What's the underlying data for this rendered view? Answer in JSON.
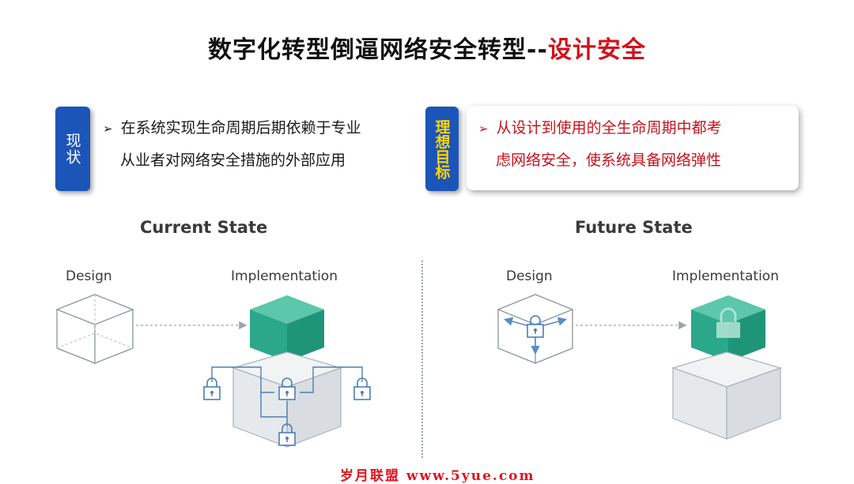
{
  "title": {
    "main": "数字化转型倒逼网络安全转型--",
    "accent": "设计安全"
  },
  "current": {
    "tag": "现状",
    "line1": "在系统实现生命周期后期依赖于专业",
    "line2": "从业者对网络安全措施的外部应用"
  },
  "ideal": {
    "tag": "理想目标",
    "line1": "从设计到使用的全生命周期中都考",
    "line2": "虑网络安全，使系统具备网络弹性"
  },
  "diagram": {
    "current_state_title": "Current State",
    "future_state_title": "Future State",
    "design_label": "Design",
    "implementation_label": "Implementation"
  },
  "colors": {
    "accent_red": "#d0121b",
    "tag_blue": "#1c55b8",
    "cube_green": "#2aa889"
  },
  "watermark": "岁月联盟 www.5yue.com"
}
